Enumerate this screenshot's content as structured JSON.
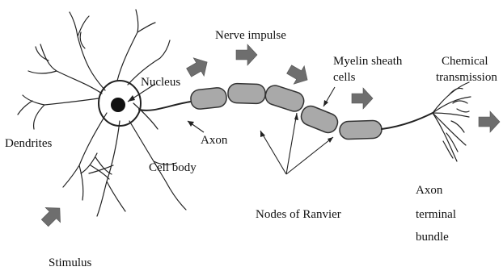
{
  "labels": {
    "nerve_impulse": "Nerve impulse",
    "nucleus": "Nucleus",
    "myelin_line1": "Myelin sheath",
    "myelin_line2": "cells",
    "chemical_line1": "Chemical",
    "chemical_line2": "transmission",
    "dendrites": "Dendrites",
    "axon": "Axon",
    "cell_body": "Cell body",
    "axon_terminal_line1": "Axon",
    "axon_terminal_line2": "terminal",
    "axon_terminal_line3": "bundle",
    "nodes_of_ranvier": "Nodes of Ranvier",
    "stimulus": "Stimulus"
  },
  "colors": {
    "arrow_fill": "#6e6e6e",
    "myelin_fill": "#a9a9a9",
    "line": "#222222"
  }
}
